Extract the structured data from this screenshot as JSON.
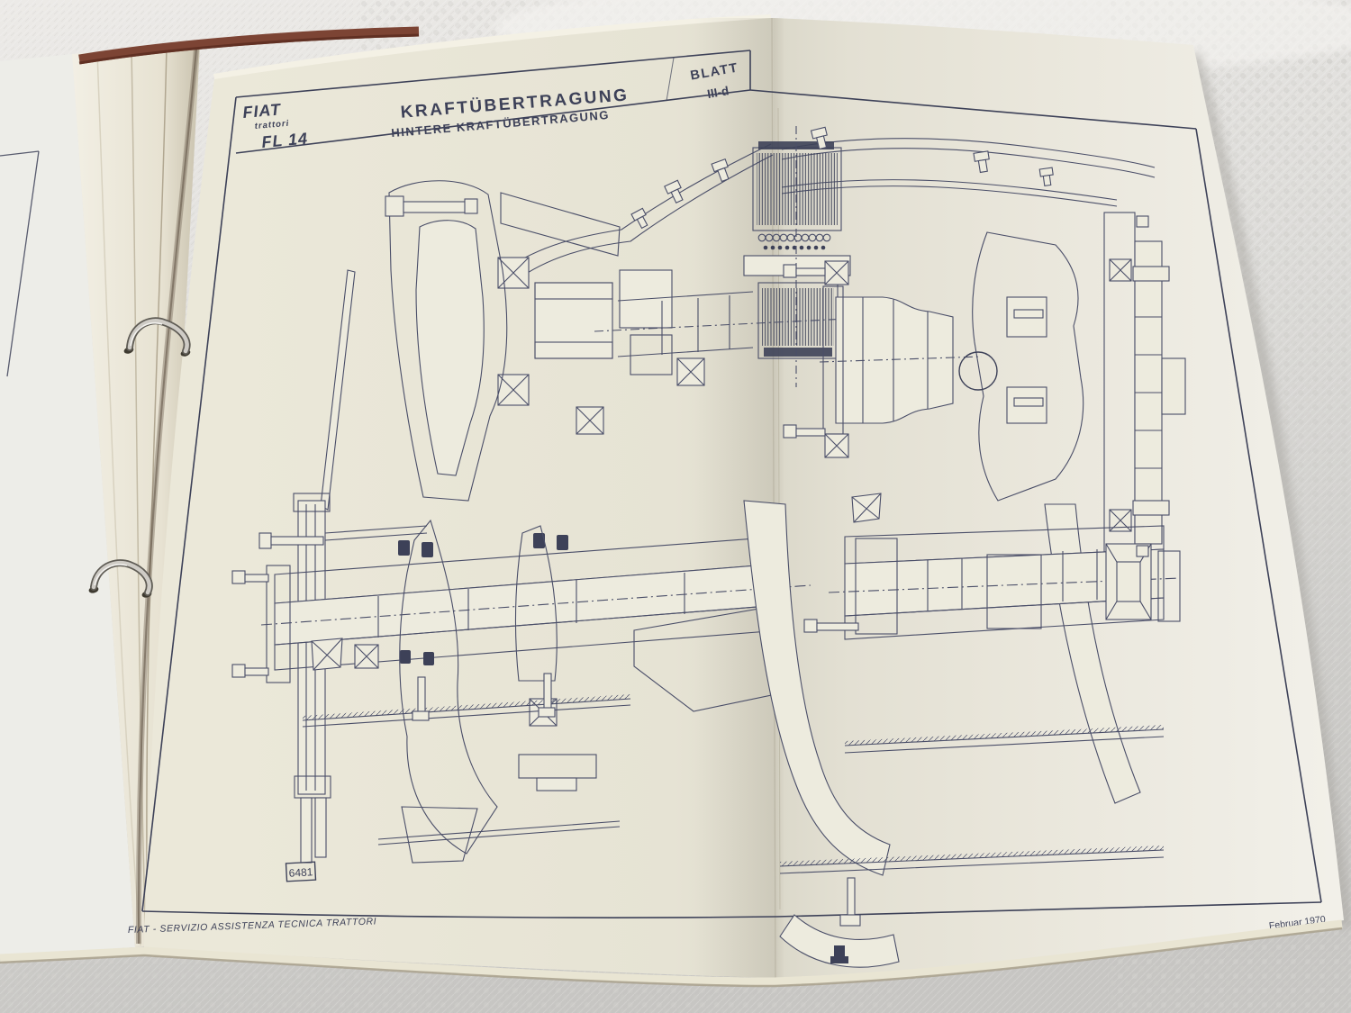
{
  "page": {
    "header": {
      "brand": "FIAT",
      "brand_sub": "trattori",
      "model": "FL 14",
      "title": "KRAFTÜBERTRAGUNG",
      "subtitle": "HINTERE KRAFTÜBERTRAGUNG",
      "sheet_label": "BLATT",
      "sheet_number": "III-d"
    },
    "figure_number": "6481",
    "footer": {
      "left": "FIAT - SERVIZIO ASSISTENZA TECNICA TRATTORI",
      "right": "Februar 1970"
    }
  },
  "colors": {
    "ink": "#3d4158",
    "ink2": "#4a4e68",
    "paper": "#eae7d9",
    "paperlight": "#edebde",
    "cloth": "#dddcd9",
    "binder": "#7c4434",
    "ring": "#cfccc6"
  }
}
